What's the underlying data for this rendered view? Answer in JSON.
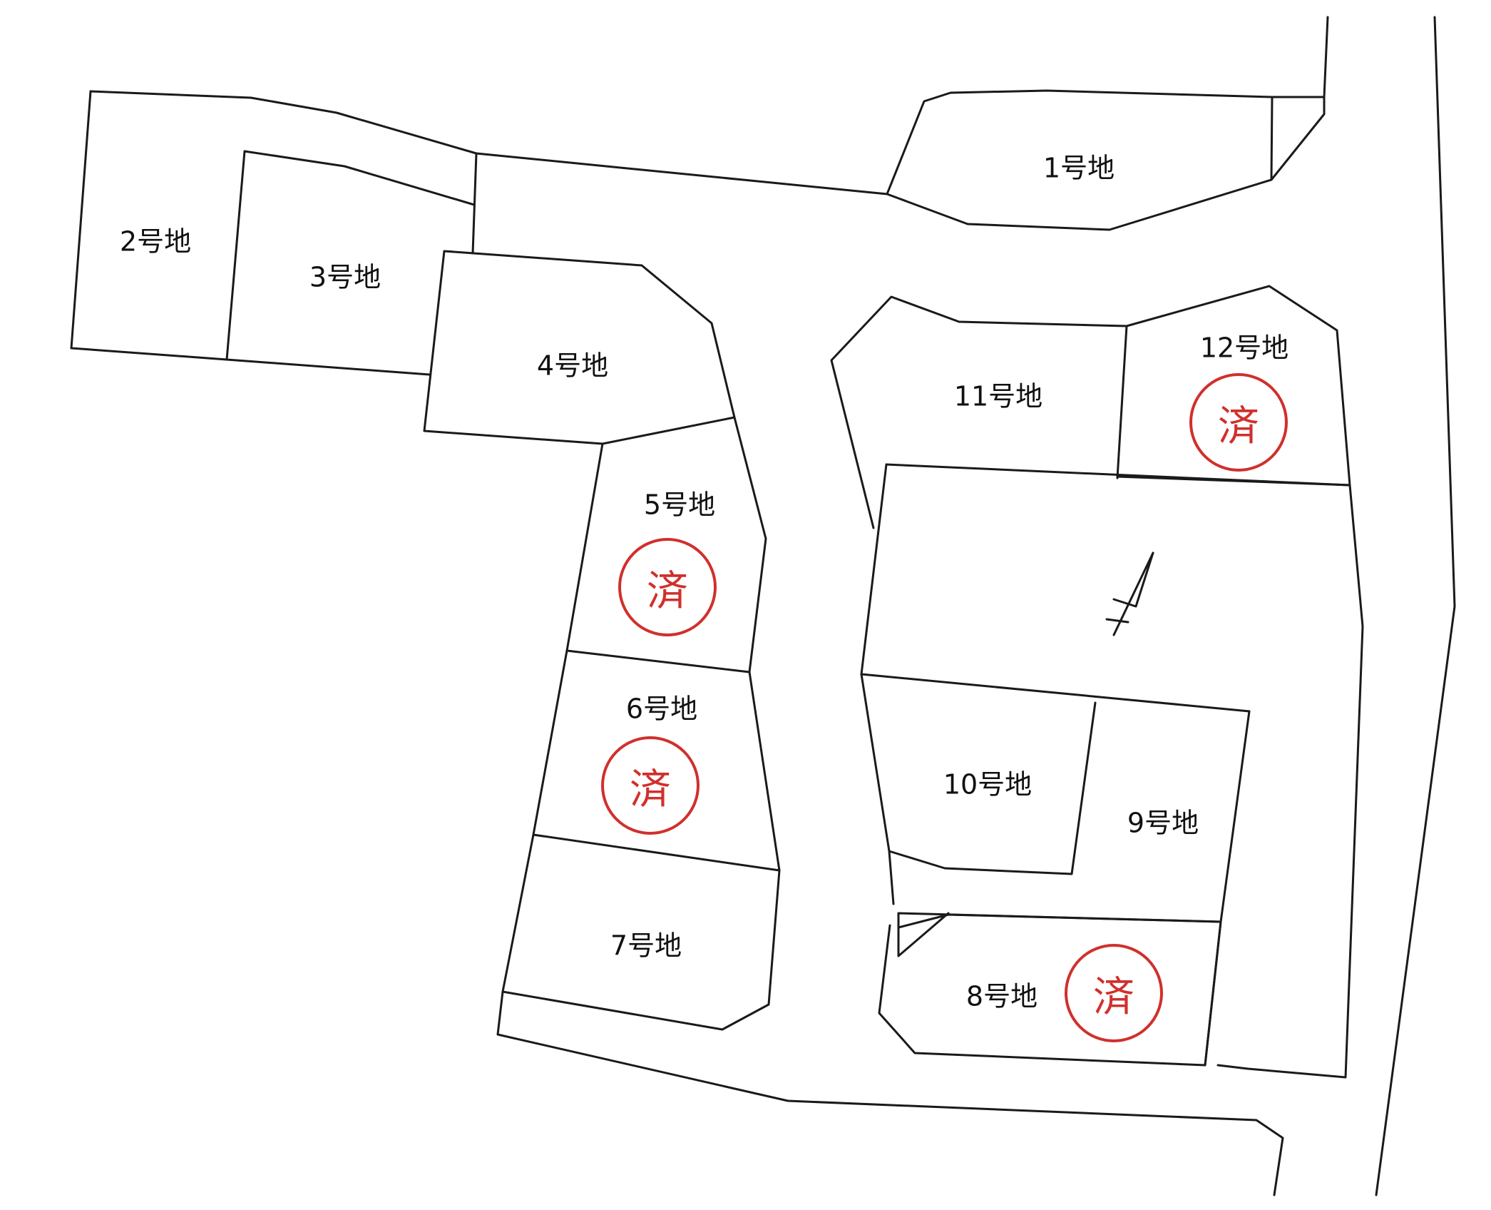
{
  "lots": [
    {
      "id": "lot-1",
      "label": "1号地"
    },
    {
      "id": "lot-2",
      "label": "2号地"
    },
    {
      "id": "lot-3",
      "label": "3号地"
    },
    {
      "id": "lot-4",
      "label": "4号地"
    },
    {
      "id": "lot-5",
      "label": "5号地",
      "sold": true
    },
    {
      "id": "lot-6",
      "label": "6号地",
      "sold": true
    },
    {
      "id": "lot-7",
      "label": "7号地"
    },
    {
      "id": "lot-8",
      "label": "8号地",
      "sold": true
    },
    {
      "id": "lot-9",
      "label": "9号地"
    },
    {
      "id": "lot-10",
      "label": "10号地"
    },
    {
      "id": "lot-11",
      "label": "11号地"
    },
    {
      "id": "lot-12",
      "label": "12号地",
      "sold": true
    }
  ],
  "sold_stamp": {
    "text": "済",
    "color": "#d0302c"
  },
  "north_arrow": {
    "icon": "north-arrow-icon"
  }
}
